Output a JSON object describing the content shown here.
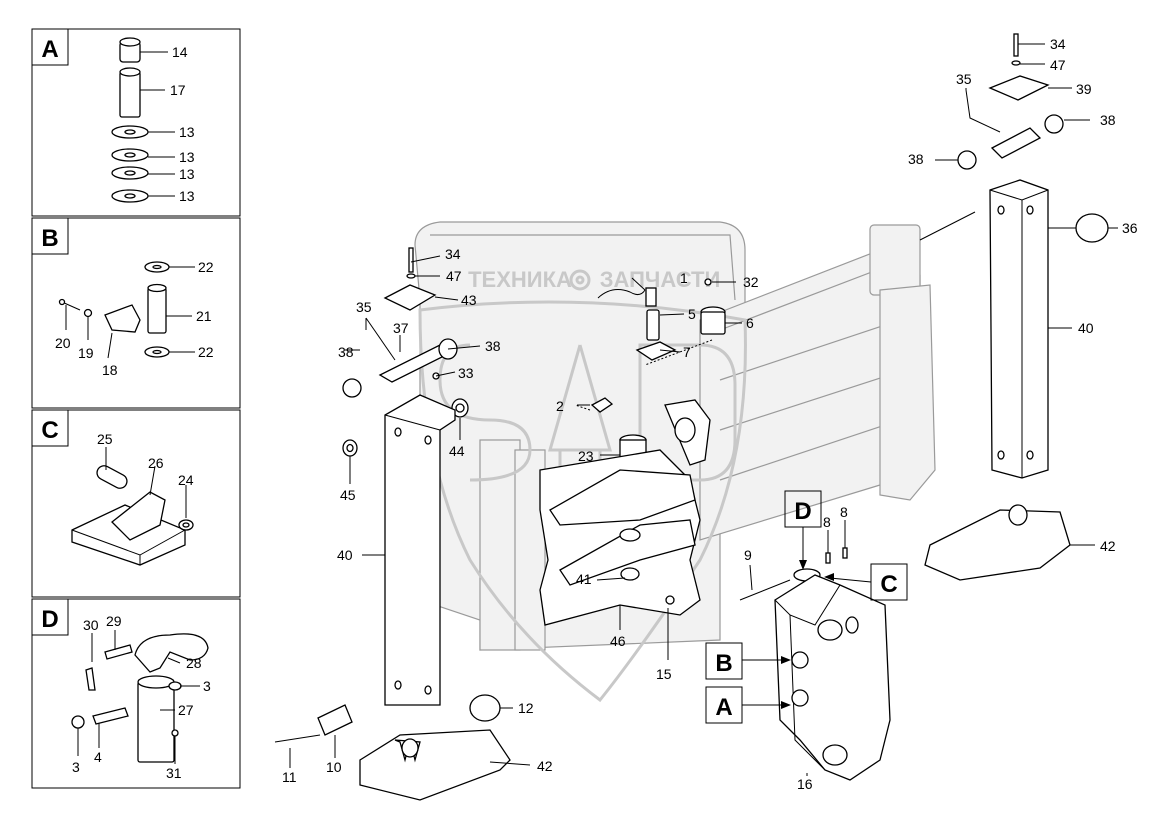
{
  "watermark": {
    "left": "ТЕХНИКА",
    "right": "ЗАПЧАСТИ",
    "logo": "СЛД"
  },
  "panels": [
    {
      "letter": "A",
      "labels": [
        "14",
        "17",
        "13",
        "13",
        "13",
        "13"
      ]
    },
    {
      "letter": "B",
      "labels": [
        "22",
        "21",
        "22",
        "20",
        "19",
        "18"
      ]
    },
    {
      "letter": "C",
      "labels": [
        "25",
        "26",
        "24"
      ]
    },
    {
      "letter": "D",
      "labels": [
        "30",
        "29",
        "28",
        "3",
        "27",
        "3",
        "4",
        "31"
      ]
    }
  ],
  "main_labels": {
    "left_post": [
      "34",
      "47",
      "43",
      "35",
      "37",
      "38",
      "38",
      "33",
      "44",
      "45",
      "40",
      "12",
      "11",
      "10",
      "42"
    ],
    "center": [
      "1",
      "32",
      "5",
      "6",
      "7",
      "2",
      "23",
      "41",
      "46",
      "15"
    ],
    "right_post": [
      "34",
      "47",
      "35",
      "39",
      "38",
      "38",
      "36",
      "40",
      "42"
    ],
    "bracket": [
      "9",
      "8",
      "8",
      "16"
    ]
  },
  "callouts": [
    "D",
    "C",
    "B",
    "A"
  ]
}
